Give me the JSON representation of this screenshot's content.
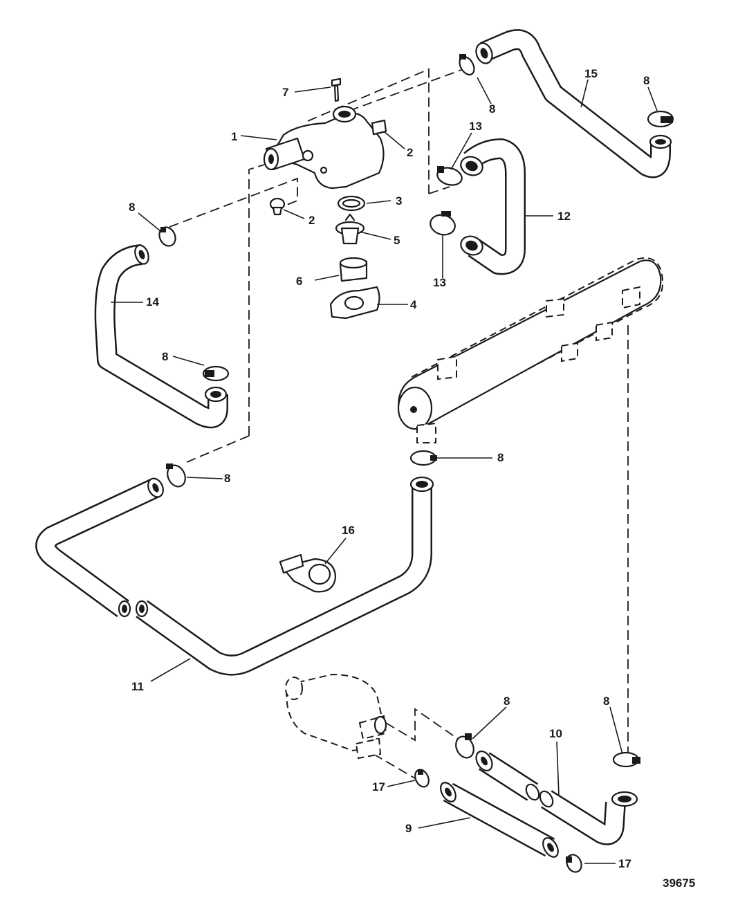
{
  "figure_number": "39675",
  "callouts": {
    "c1": "1",
    "c2a": "2",
    "c2b": "2",
    "c3": "3",
    "c4": "4",
    "c5": "5",
    "c6": "6",
    "c7": "7",
    "c8a": "8",
    "c8b": "8",
    "c8c": "8",
    "c8d": "8",
    "c8e": "8",
    "c8f": "8",
    "c8g": "8",
    "c8h": "8",
    "c9": "9",
    "c10": "10",
    "c11": "11",
    "c12": "12",
    "c13a": "13",
    "c13b": "13",
    "c14": "14",
    "c15": "15",
    "c16": "16",
    "c17a": "17",
    "c17b": "17"
  },
  "style": {
    "ink": "#1a1a1a",
    "paper": "#ffffff"
  }
}
